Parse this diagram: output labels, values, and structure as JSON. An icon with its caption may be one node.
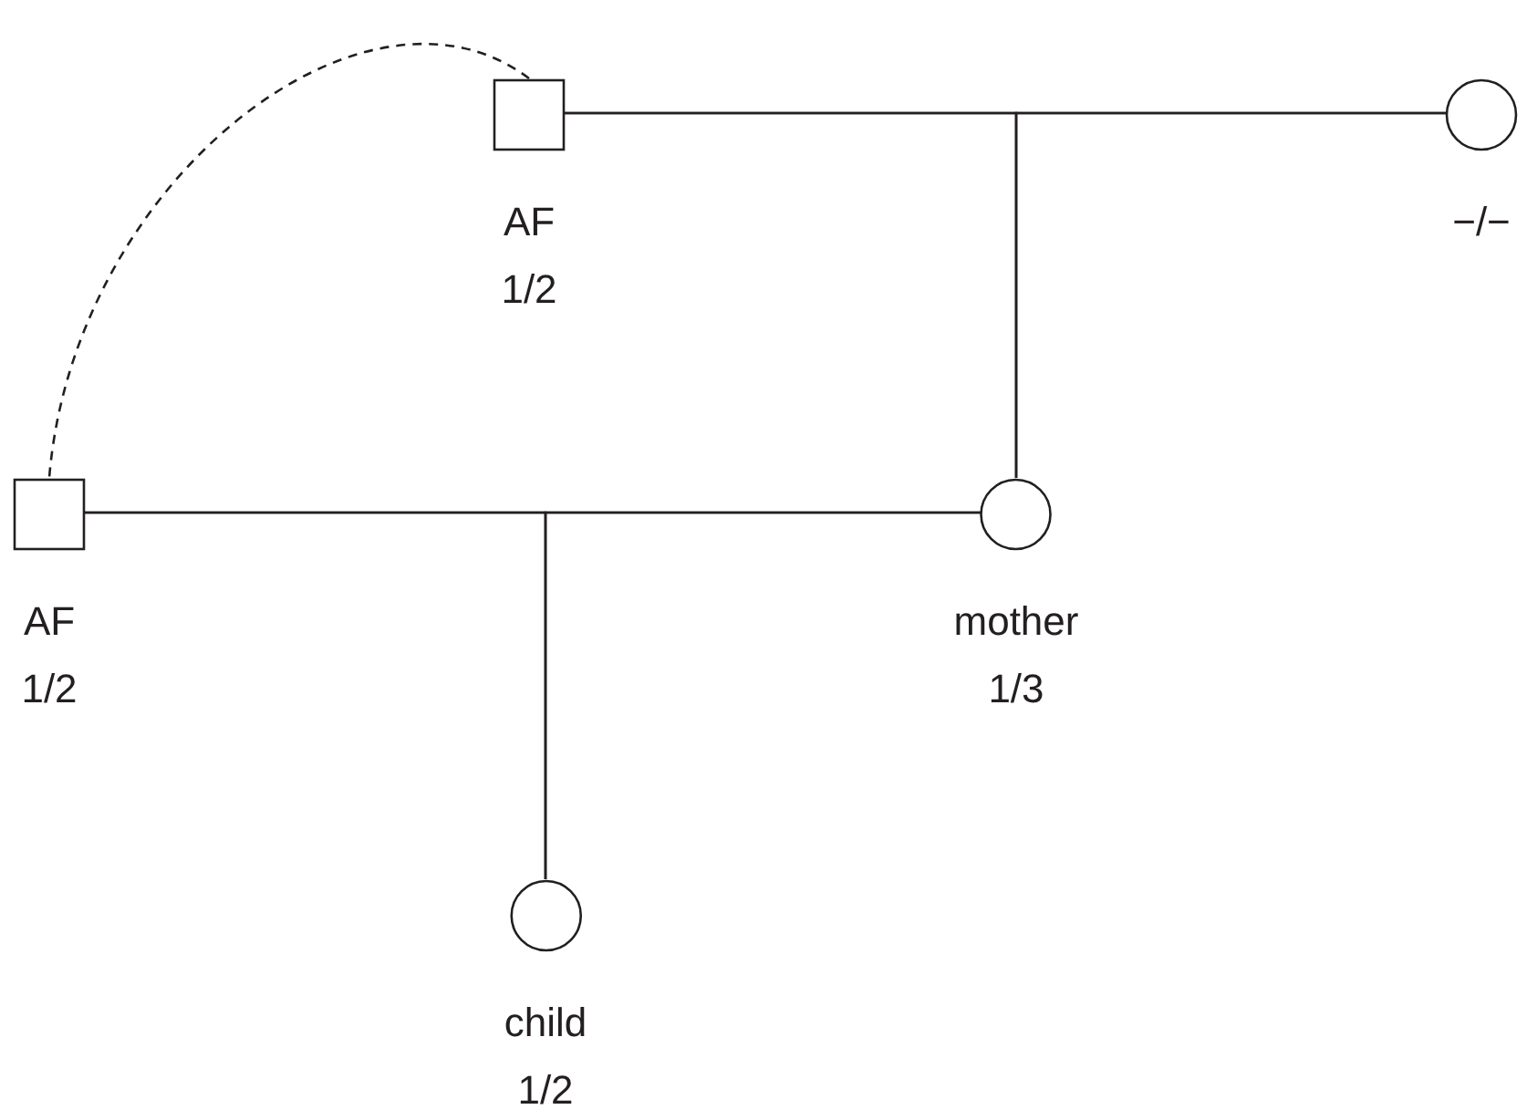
{
  "diagram": {
    "nodes": [
      {
        "text": [
          "AF",
          "1/2"
        ]
      },
      {
        "text": [
          "−/−"
        ]
      },
      {
        "text": [
          "AF",
          "1/2"
        ]
      },
      {
        "text": [
          "mother",
          "1/3"
        ]
      },
      {
        "text": [
          "child",
          "1/2"
        ]
      }
    ],
    "edges": [
      {
        "from": 0,
        "to": 1,
        "arrow": "none"
      },
      {
        "from": 0,
        "to": 3,
        "arrow": "none"
      },
      {
        "from": 1,
        "to": 3,
        "arrow": "none"
      },
      {
        "from": 0,
        "to": 2,
        "arrow": "none",
        "style": "dashed"
      },
      {
        "from": 2,
        "to": 3,
        "arrow": "none"
      },
      {
        "from": 2,
        "to": 4,
        "arrow": "none"
      },
      {
        "from": 3,
        "to": 4,
        "arrow": "none"
      }
    ]
  }
}
